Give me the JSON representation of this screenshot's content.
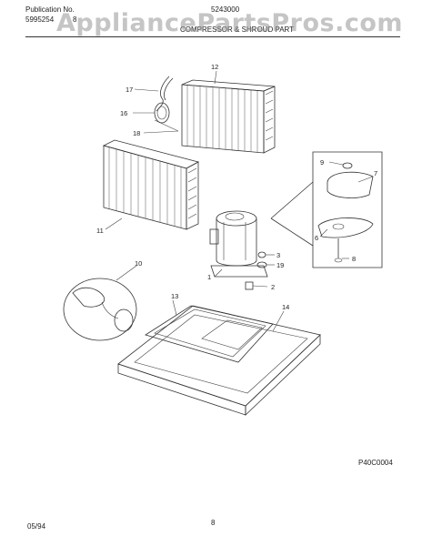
{
  "header": {
    "publication_label": "Publication No.",
    "publication_number": "5995254",
    "publication_suffix": "8",
    "model_number": "5243000",
    "section_title": "COMPRESSOR & SHROUD PART"
  },
  "watermark": "AppliancePartsPros.com",
  "footer": {
    "date": "05/94",
    "page_number": "8",
    "drawing_code": "P40C0004"
  },
  "callouts": [
    "17",
    "12",
    "16",
    "18",
    "11",
    "10",
    "13",
    "14",
    "9",
    "7",
    "6",
    "8",
    "3",
    "19",
    "1",
    "2"
  ]
}
